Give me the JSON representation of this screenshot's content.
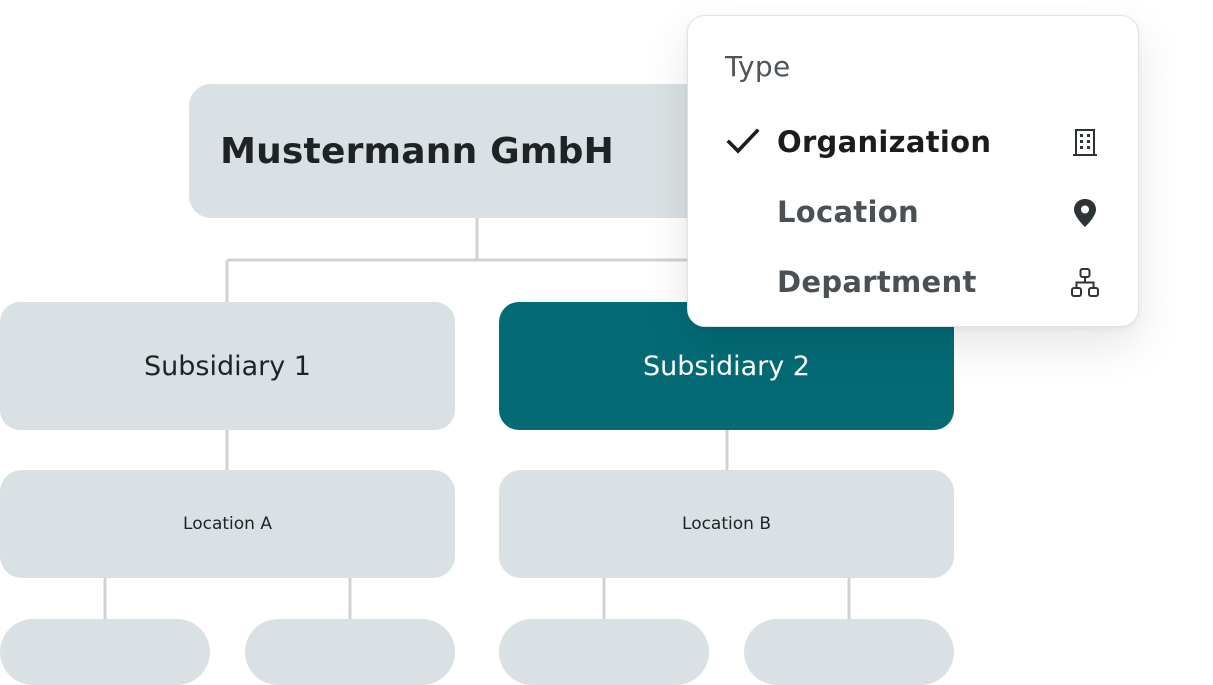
{
  "org_chart": {
    "root": {
      "label": "Mustermann GmbH"
    },
    "subsidiaries": [
      {
        "label": "Subsidiary 1",
        "selected": false
      },
      {
        "label": "Subsidiary 2",
        "selected": true
      }
    ],
    "locations": [
      {
        "label": "Location A"
      },
      {
        "label": "Location B"
      }
    ]
  },
  "type_menu": {
    "heading": "Type",
    "items": [
      {
        "label": "Organization",
        "icon": "building-icon",
        "selected": true
      },
      {
        "label": "Location",
        "icon": "map-pin-icon",
        "selected": false
      },
      {
        "label": "Department",
        "icon": "hierarchy-icon",
        "selected": false
      }
    ]
  },
  "colors": {
    "node_background": "#d9e1e4",
    "selected_node": "#046b75",
    "connector": "#cfd3d5"
  }
}
